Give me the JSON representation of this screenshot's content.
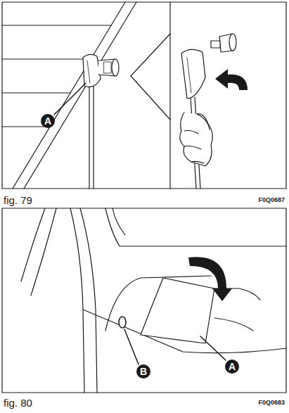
{
  "diagram": {
    "labels": [
      "A",
      "fig. 79",
      "F0Q0687",
      "A",
      "B",
      "fig. 80",
      "F0Q0683"
    ]
  }
}
